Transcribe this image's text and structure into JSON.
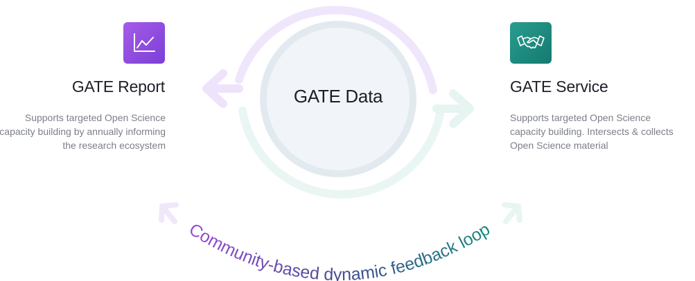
{
  "center": {
    "label": "GATE Data"
  },
  "report": {
    "title": "GATE Report",
    "description": "Supports targeted Open Science capacity building by annually informing the research ecosystem",
    "icon": "line-chart-icon",
    "color": "#8e4be0"
  },
  "service": {
    "title": "GATE Service",
    "description": "Supports targeted Open Science capacity building. Intersects & collects Open Science material",
    "icon": "handshake-icon",
    "color": "#1e8a7e"
  },
  "feedback": {
    "label": "Community-based dynamic feedback loop",
    "gradient_start": "#9a4ad6",
    "gradient_end": "#1b8c7f"
  }
}
